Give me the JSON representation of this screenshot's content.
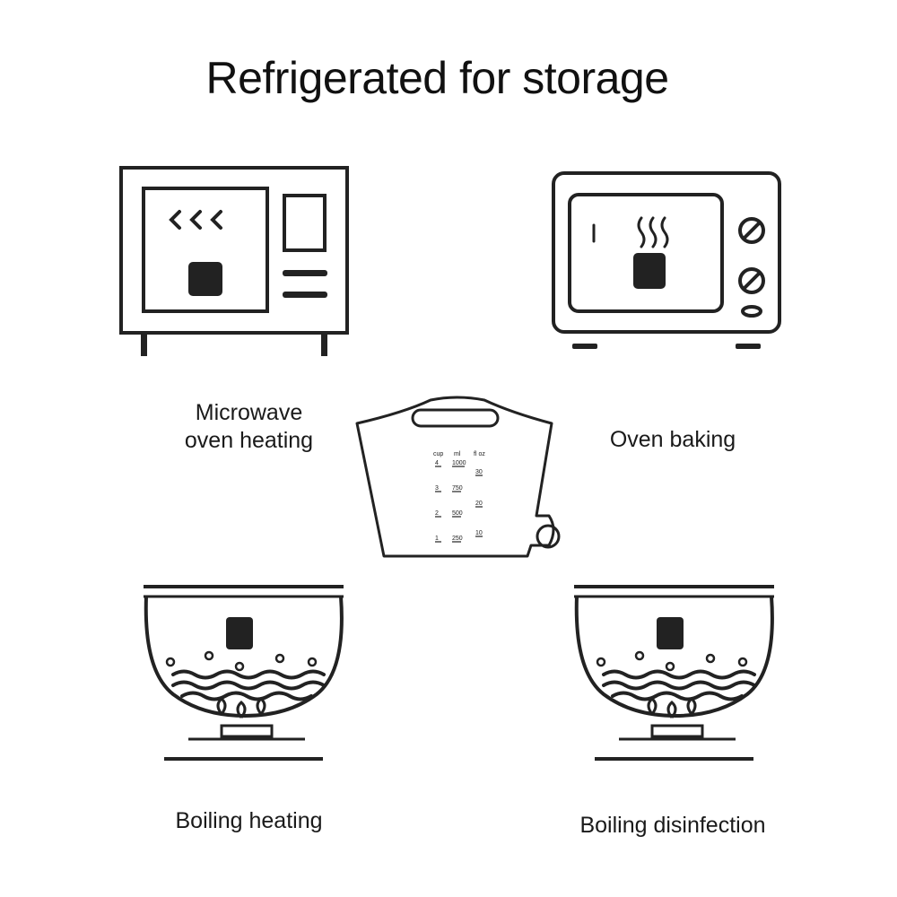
{
  "title": "Refrigerated for storage",
  "captions": {
    "microwave_line1": "Microwave",
    "microwave_line2": "oven heating",
    "oven": "Oven baking",
    "boiling": "Boiling heating",
    "disinfection": "Boiling disinfection"
  },
  "bag_markings": {
    "col_headers": [
      "cup",
      "ml",
      "fl oz"
    ],
    "cups": [
      "4",
      "3",
      "2",
      "1"
    ],
    "ml": [
      "1000",
      "750",
      "500",
      "250"
    ],
    "floz": [
      "30",
      "20",
      "10"
    ]
  },
  "colors": {
    "line": "#222222",
    "background": "#ffffff"
  }
}
